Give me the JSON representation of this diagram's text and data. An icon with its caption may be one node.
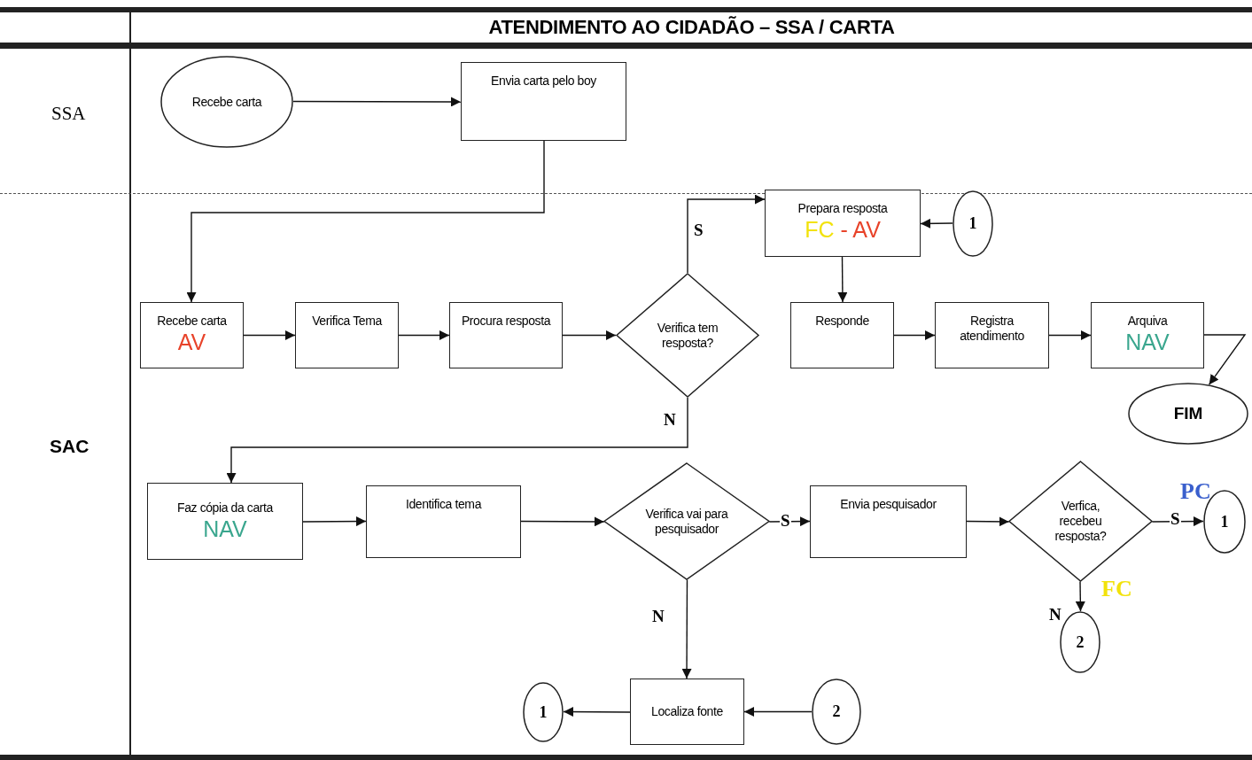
{
  "diagram": {
    "title": "ATENDIMENTO AO CIDADÃO – SSA / CARTA",
    "nodes": [
      {
        "text": [
          "Recebe carta"
        ]
      },
      {
        "text": [
          "Envia carta pelo boy"
        ]
      },
      {
        "text": [
          "Recebe carta",
          "AV"
        ]
      },
      {
        "text": [
          "Verifica Tema"
        ]
      },
      {
        "text": [
          "Procura resposta"
        ]
      },
      {
        "text": [
          "Verifica tem resposta?"
        ]
      },
      {
        "text": [
          "Prepara resposta",
          "FC - AV"
        ]
      },
      {
        "text": [
          "1"
        ]
      },
      {
        "text": [
          "Responde"
        ]
      },
      {
        "text": [
          "Registra atendimento"
        ]
      },
      {
        "text": [
          "Arquiva",
          "NAV"
        ]
      },
      {
        "text": [
          "FIM"
        ]
      },
      {
        "text": [
          "Faz cópia da carta",
          "NAV"
        ]
      },
      {
        "text": [
          "Identifica tema"
        ]
      },
      {
        "text": [
          "Verifica vai para pesquisador"
        ]
      },
      {
        "text": [
          "Envia pesquisador"
        ]
      },
      {
        "text": [
          "Verfica, recebeu resposta?"
        ],
        "beside": [
          "FC"
        ]
      },
      {
        "text": [
          "1"
        ],
        "beside": [
          "PC"
        ]
      },
      {
        "text": [
          "2"
        ]
      },
      {
        "text": [
          "Localiza fonte"
        ]
      },
      {
        "text": [
          "2"
        ]
      },
      {
        "text": [
          "1"
        ]
      }
    ],
    "edges": [
      {
        "from": 0,
        "to": 1,
        "arrow": "to"
      },
      {
        "from": 1,
        "to": 2,
        "arrow": "to"
      },
      {
        "from": 2,
        "to": 3,
        "arrow": "to"
      },
      {
        "from": 3,
        "to": 4,
        "arrow": "to"
      },
      {
        "from": 4,
        "to": 5,
        "arrow": "to"
      },
      {
        "from": 5,
        "to": 6,
        "arrow": "to",
        "label": "S"
      },
      {
        "from": 7,
        "to": 6,
        "arrow": "to"
      },
      {
        "from": 6,
        "to": 8,
        "arrow": "to"
      },
      {
        "from": 8,
        "to": 9,
        "arrow": "to"
      },
      {
        "from": 9,
        "to": 10,
        "arrow": "to"
      },
      {
        "from": 10,
        "to": 11,
        "arrow": "to"
      },
      {
        "from": 5,
        "to": 12,
        "arrow": "to",
        "label": "N"
      },
      {
        "from": 12,
        "to": 13,
        "arrow": "to"
      },
      {
        "from": 13,
        "to": 14,
        "arrow": "to"
      },
      {
        "from": 14,
        "to": 15,
        "arrow": "to",
        "label": "S"
      },
      {
        "from": 15,
        "to": 16,
        "arrow": "to"
      },
      {
        "from": 16,
        "to": 17,
        "arrow": "to",
        "label": "S"
      },
      {
        "from": 16,
        "to": 18,
        "arrow": "to",
        "label": "N"
      },
      {
        "from": 14,
        "to": 19,
        "arrow": "to",
        "label": "N"
      },
      {
        "from": 20,
        "to": 19,
        "arrow": "to"
      },
      {
        "from": 19,
        "to": 21,
        "arrow": "to"
      }
    ],
    "labels": [
      "SSA",
      "SAC"
    ]
  }
}
